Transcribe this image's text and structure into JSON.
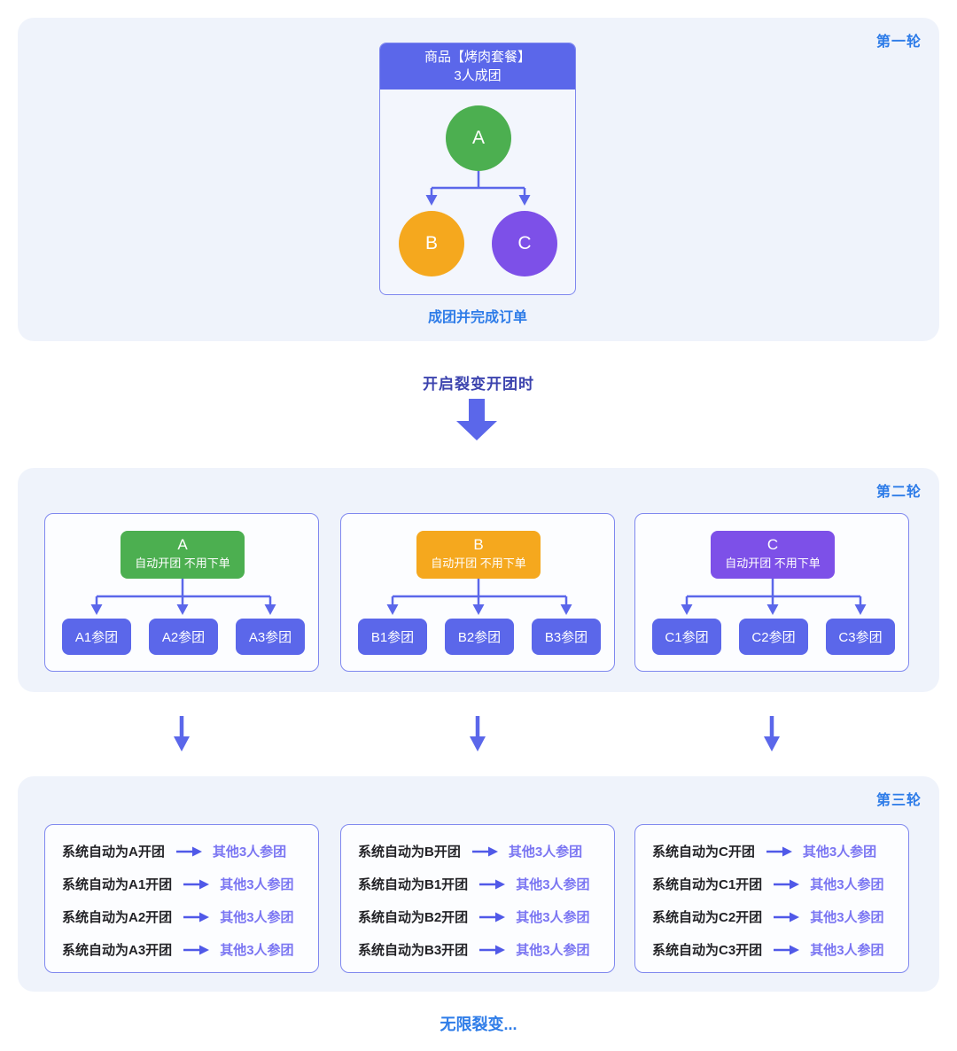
{
  "colors": {
    "primary_indigo": "#5B67EA",
    "border_indigo": "#7F88EF",
    "link_blue": "#2E7CE8",
    "deep_indigo_text": "#3C43AE",
    "light_indigo_text": "#7A75F2",
    "green": "#4CAF50",
    "orange": "#F5A81E",
    "purple": "#7D50E8",
    "section_bg": "#EFF3FB"
  },
  "round1": {
    "label": "第一轮",
    "card": {
      "title_line1": "商品【烤肉套餐】",
      "title_line2": "3人成团"
    },
    "nodes": {
      "root": "A",
      "child1": "B",
      "child2": "C"
    },
    "caption": "成团并完成订单"
  },
  "transition": {
    "label": "开启裂变开团时"
  },
  "round2": {
    "label": "第二轮",
    "groups": [
      {
        "leader": "A",
        "subtitle": "自动开团 不用下单",
        "members": [
          "A1参团",
          "A2参团",
          "A3参团"
        ]
      },
      {
        "leader": "B",
        "subtitle": "自动开团 不用下单",
        "members": [
          "B1参团",
          "B2参团",
          "B3参团"
        ]
      },
      {
        "leader": "C",
        "subtitle": "自动开团 不用下单",
        "members": [
          "C1参团",
          "C2参团",
          "C3参团"
        ]
      }
    ]
  },
  "round3": {
    "label": "第三轮",
    "groups": [
      {
        "rows": [
          {
            "left": "系统自动为A开团",
            "right": "其他3人参团"
          },
          {
            "left": "系统自动为A1开团",
            "right": "其他3人参团"
          },
          {
            "left": "系统自动为A2开团",
            "right": "其他3人参团"
          },
          {
            "left": "系统自动为A3开团",
            "right": "其他3人参团"
          }
        ]
      },
      {
        "rows": [
          {
            "left": "系统自动为B开团",
            "right": "其他3人参团"
          },
          {
            "left": "系统自动为B1开团",
            "right": "其他3人参团"
          },
          {
            "left": "系统自动为B2开团",
            "right": "其他3人参团"
          },
          {
            "left": "系统自动为B3开团",
            "right": "其他3人参团"
          }
        ]
      },
      {
        "rows": [
          {
            "left": "系统自动为C开团",
            "right": "其他3人参团"
          },
          {
            "left": "系统自动为C1开团",
            "right": "其他3人参团"
          },
          {
            "left": "系统自动为C2开团",
            "right": "其他3人参团"
          },
          {
            "left": "系统自动为C3开团",
            "right": "其他3人参团"
          }
        ]
      }
    ]
  },
  "footer": {
    "label": "无限裂变..."
  }
}
